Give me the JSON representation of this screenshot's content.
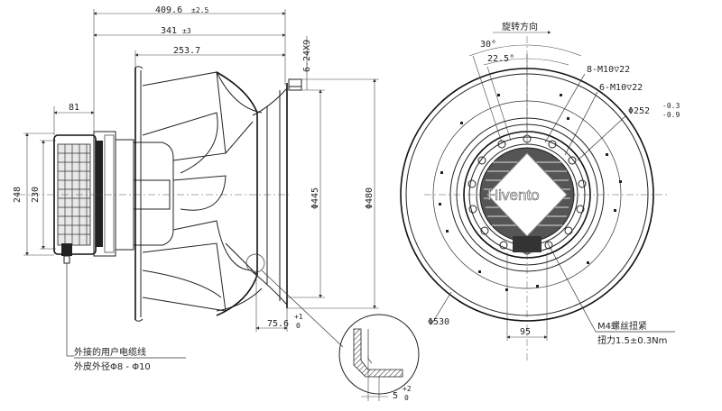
{
  "side_view": {
    "dims": {
      "overall_length": "409.6",
      "overall_length_tol": "±2.5",
      "length_341": "341",
      "length_341_tol": "±3",
      "length_253": "253.7",
      "width_81": "81",
      "height_248": "248",
      "height_230": "230",
      "dia_445": "Φ445",
      "dia_480": "Φ480",
      "holes_6x9": "6-24X9",
      "offset_75": "75.6",
      "offset_75_tol_up": "+1",
      "offset_75_tol_down": "0"
    },
    "cable_note_1": "外接的用户电缆线",
    "cable_note_2": "外皮外径Φ8 - Φ10"
  },
  "detail": {
    "gap_5": "5",
    "gap_5_tol_up": "+2",
    "gap_5_tol_down": "0"
  },
  "front_view": {
    "rotation_label": "旋转方向",
    "angle_30": "30°",
    "angle_22": "22.5°",
    "thread_8": "8-M10▽22",
    "thread_6": "6-M10▽22",
    "dia_252": "Φ252",
    "dia_252_tol_up": "-0.3",
    "dia_252_tol_down": "-0.9",
    "dia_530": "Φ530",
    "dim_95": "95",
    "bolt_note_1": "M4螺丝扭紧",
    "bolt_note_2": "扭力1.5±0.3Nm",
    "watermark": "Hivento"
  }
}
